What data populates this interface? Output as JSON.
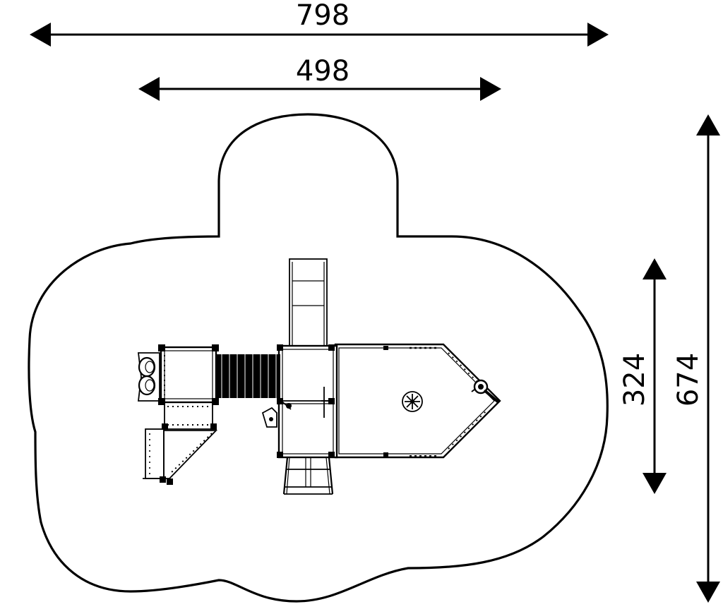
{
  "dimensions": {
    "overall_width": "798",
    "structure_width": "498",
    "structure_depth": "324",
    "overall_depth": "674"
  },
  "colors": {
    "line": "#000000",
    "background": "#ffffff"
  }
}
